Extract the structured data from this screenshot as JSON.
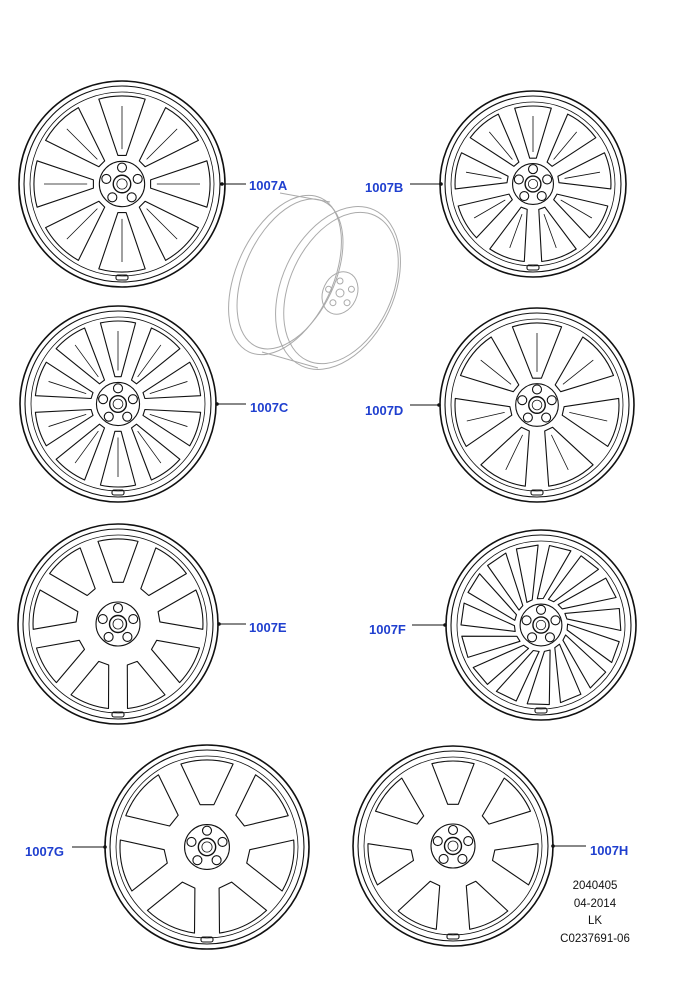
{
  "accent_color": "#1f3fcf",
  "wheels": [
    {
      "label": "1007A",
      "style": "double-spoke-8",
      "icon": "alloy-wheel-icon"
    },
    {
      "label": "1007B",
      "style": "split-spoke-9",
      "icon": "alloy-wheel-icon"
    },
    {
      "label": "1007C",
      "style": "multi-spoke-10",
      "icon": "alloy-wheel-icon"
    },
    {
      "label": "1007D",
      "style": "y-spoke-7",
      "icon": "alloy-wheel-icon"
    },
    {
      "label": "1007E",
      "style": "spoke-9-window",
      "icon": "alloy-wheel-icon"
    },
    {
      "label": "1007F",
      "style": "twisted-15",
      "icon": "alloy-wheel-icon"
    },
    {
      "label": "1007G",
      "style": "spoke-7-window",
      "icon": "alloy-wheel-icon"
    },
    {
      "label": "1007H",
      "style": "spoke-7-heavy",
      "icon": "alloy-wheel-icon"
    }
  ],
  "reference": {
    "code": "2040405",
    "date": "04-2014",
    "initials": "LK",
    "catalog": "C0237691-06"
  }
}
